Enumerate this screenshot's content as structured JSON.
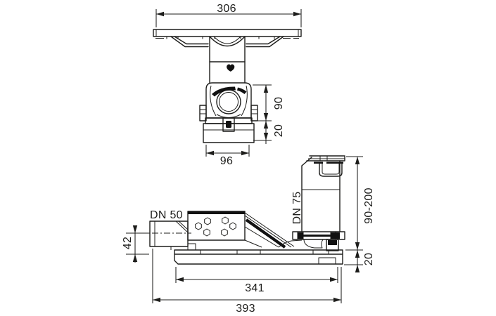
{
  "drawing": {
    "description": "Technical dimensional drawing of a drain siphon assembly, front elevation and side elevation",
    "colors": {
      "line": "#1d1d1b",
      "background": "#ffffff",
      "fill_dark": "#111111"
    },
    "front_view": {
      "dims": {
        "plate_width": "306",
        "trap_height": "90",
        "trap_base_height": "20",
        "trap_width": "96"
      }
    },
    "side_view": {
      "dims": {
        "inlet_label": "DN 50",
        "inlet_axis_height": "42",
        "riser_label": "DN 75",
        "riser_height_range": "90-200",
        "base_plate_height": "20",
        "base_plate_length": "341",
        "total_length": "393"
      }
    }
  }
}
